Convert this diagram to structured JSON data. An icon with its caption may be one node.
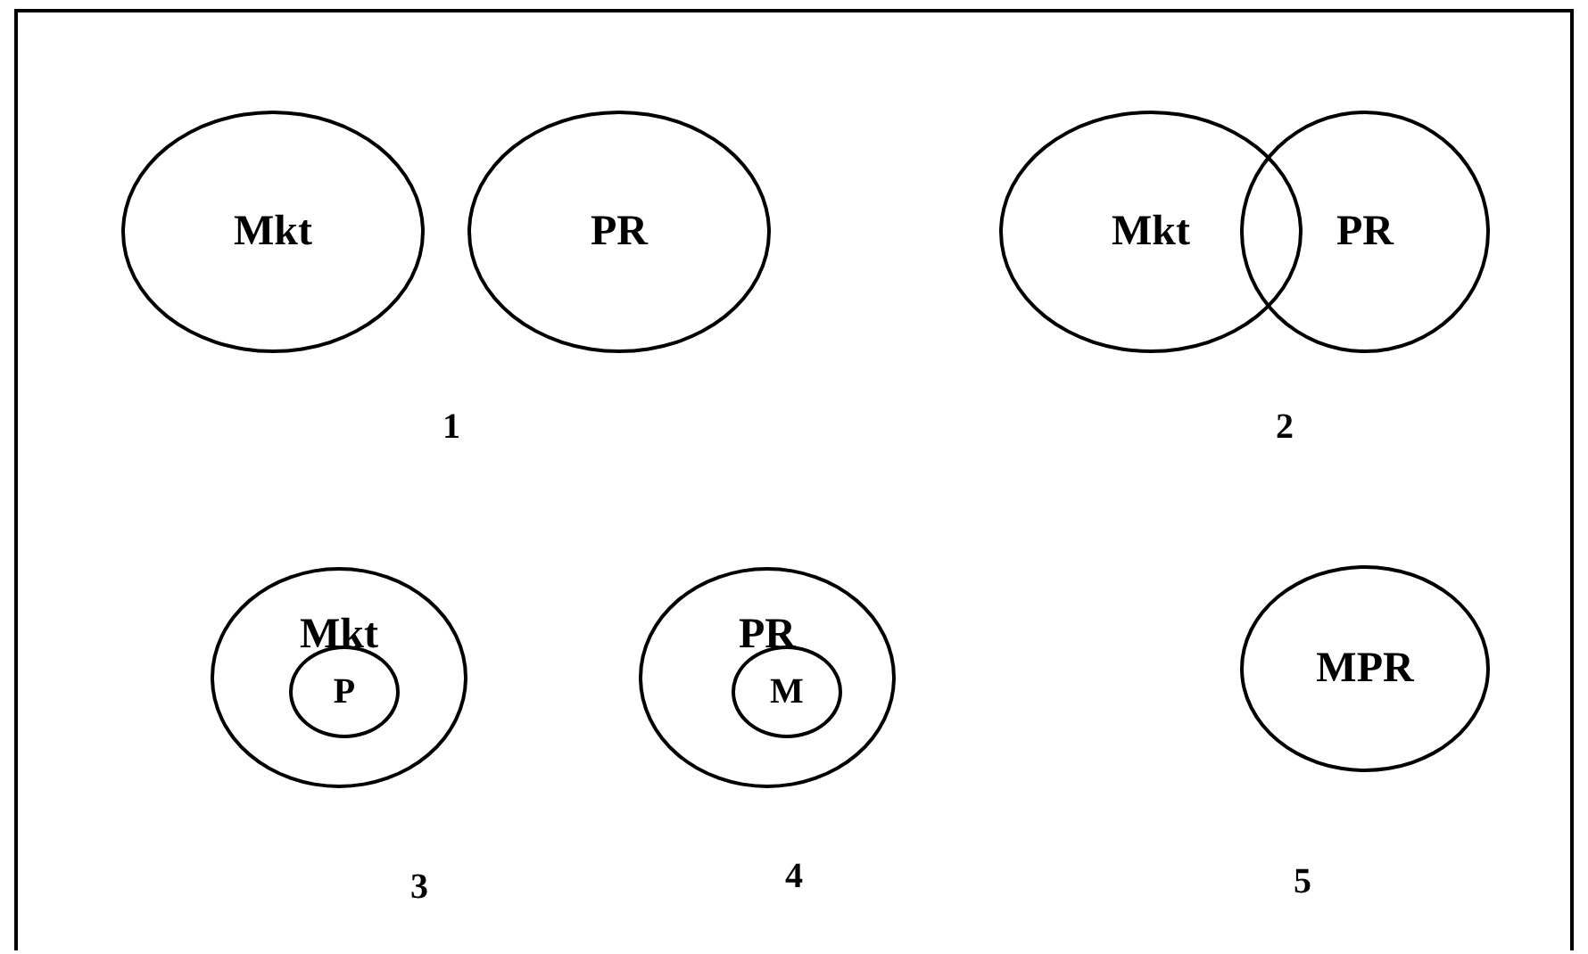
{
  "diagram": {
    "nodes": [
      {
        "text": [
          "Mkt"
        ]
      },
      {
        "text": [
          "PR"
        ]
      },
      {
        "text": [
          "Mkt"
        ]
      },
      {
        "text": [
          "PR"
        ]
      },
      {
        "text": [
          "Mkt"
        ]
      },
      {
        "text": [
          "P"
        ],
        "in": 4
      },
      {
        "text": [
          "PR"
        ]
      },
      {
        "text": [
          "M"
        ],
        "in": 6
      },
      {
        "text": [
          "MPR"
        ]
      }
    ],
    "labels": [
      "1",
      "2",
      "3",
      "4",
      "5"
    ]
  }
}
